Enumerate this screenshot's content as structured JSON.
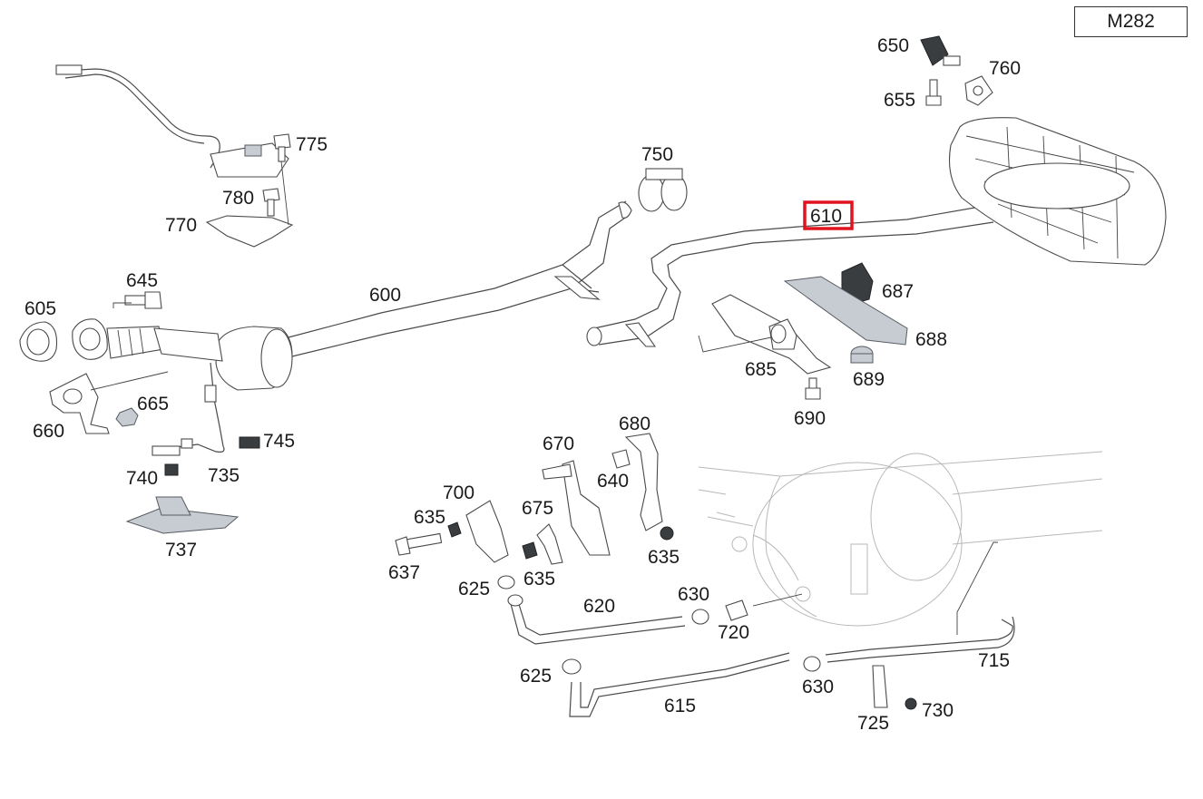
{
  "model": "M282",
  "highlighted_part": "610",
  "colors": {
    "highlight": "#e0141e",
    "line": "#4a4a4a",
    "part_fill_grey": "#c7ccd2"
  },
  "parts": [
    {
      "id": "p600",
      "number": "600"
    },
    {
      "id": "p605",
      "number": "605"
    },
    {
      "id": "p610",
      "number": "610"
    },
    {
      "id": "p615",
      "number": "615"
    },
    {
      "id": "p620",
      "number": "620"
    },
    {
      "id": "p625a",
      "number": "625"
    },
    {
      "id": "p625b",
      "number": "625"
    },
    {
      "id": "p630a",
      "number": "630"
    },
    {
      "id": "p630b",
      "number": "630"
    },
    {
      "id": "p635a",
      "number": "635"
    },
    {
      "id": "p635b",
      "number": "635"
    },
    {
      "id": "p635c",
      "number": "635"
    },
    {
      "id": "p637",
      "number": "637"
    },
    {
      "id": "p640",
      "number": "640"
    },
    {
      "id": "p645",
      "number": "645"
    },
    {
      "id": "p650",
      "number": "650"
    },
    {
      "id": "p655",
      "number": "655"
    },
    {
      "id": "p660",
      "number": "660"
    },
    {
      "id": "p665",
      "number": "665"
    },
    {
      "id": "p670",
      "number": "670"
    },
    {
      "id": "p675",
      "number": "675"
    },
    {
      "id": "p680",
      "number": "680"
    },
    {
      "id": "p685",
      "number": "685"
    },
    {
      "id": "p687",
      "number": "687"
    },
    {
      "id": "p688",
      "number": "688"
    },
    {
      "id": "p689",
      "number": "689"
    },
    {
      "id": "p690",
      "number": "690"
    },
    {
      "id": "p700",
      "number": "700"
    },
    {
      "id": "p715",
      "number": "715"
    },
    {
      "id": "p720",
      "number": "720"
    },
    {
      "id": "p725",
      "number": "725"
    },
    {
      "id": "p730",
      "number": "730"
    },
    {
      "id": "p735",
      "number": "735"
    },
    {
      "id": "p737",
      "number": "737"
    },
    {
      "id": "p740",
      "number": "740"
    },
    {
      "id": "p745",
      "number": "745"
    },
    {
      "id": "p750",
      "number": "750"
    },
    {
      "id": "p760",
      "number": "760"
    },
    {
      "id": "p770",
      "number": "770"
    },
    {
      "id": "p775",
      "number": "775"
    },
    {
      "id": "p780",
      "number": "780"
    }
  ]
}
